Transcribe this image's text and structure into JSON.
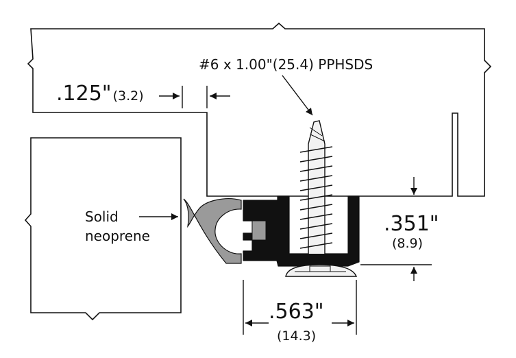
{
  "screw_label": "#6 x 1.00\"(25.4) PPHSDS",
  "gap_dim": {
    "imperial": ".125\"",
    "metric": "(3.2)"
  },
  "height_dim": {
    "imperial": ".351\"",
    "metric": "(8.9)"
  },
  "width_dim": {
    "imperial": ".563\"",
    "metric": "(14.3)"
  },
  "material_label": {
    "line1": "Solid",
    "line2": "neoprene"
  },
  "colors": {
    "line": "#111111",
    "seal_fill": "#111111",
    "neoprene_fill": "#9a9a9a",
    "screw_fill": "#f2f2f2",
    "background": "#ffffff"
  }
}
